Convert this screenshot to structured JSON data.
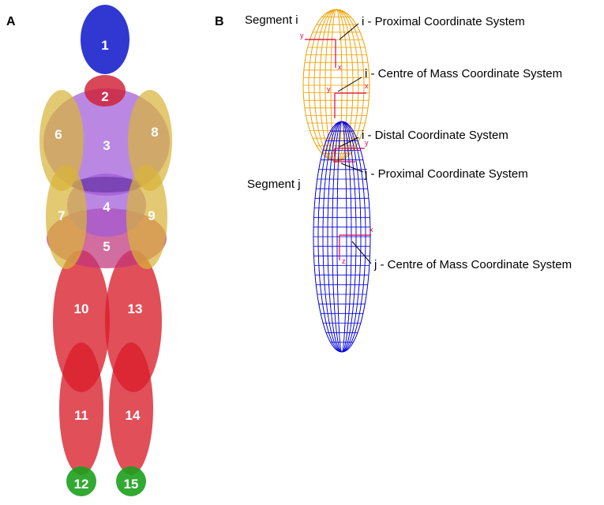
{
  "panels": {
    "a": "A",
    "b": "B"
  },
  "body_segments": {
    "s1": "1",
    "s2": "2",
    "s3": "3",
    "s4": "4",
    "s5": "5",
    "s6": "6",
    "s7": "7",
    "s8": "8",
    "s9": "9",
    "s10": "10",
    "s11": "11",
    "s12": "12",
    "s13": "13",
    "s14": "14",
    "s15": "15"
  },
  "colors": {
    "head": "#1a22cc",
    "torso": "#a05ad8",
    "arms": "#d8b43a",
    "legs": "#d81e2a",
    "feet": "#1ca01c",
    "segment_i_mesh": "#f0a000",
    "segment_j_mesh": "#0000dd",
    "axes": "#e0004a"
  },
  "segment_labels": {
    "segment_i": "Segment i",
    "segment_j": "Segment j"
  },
  "coordinate_labels": {
    "i_proximal": "i - Proximal Coordinate System",
    "i_com": "i - Centre of Mass Coordinate System",
    "i_distal": "i - Distal Coordinate System",
    "j_proximal": "j - Proximal Coordinate System",
    "j_com": "j - Centre of Mass Coordinate System"
  },
  "axis_letters": {
    "x": "x",
    "y": "y",
    "z": "z"
  }
}
